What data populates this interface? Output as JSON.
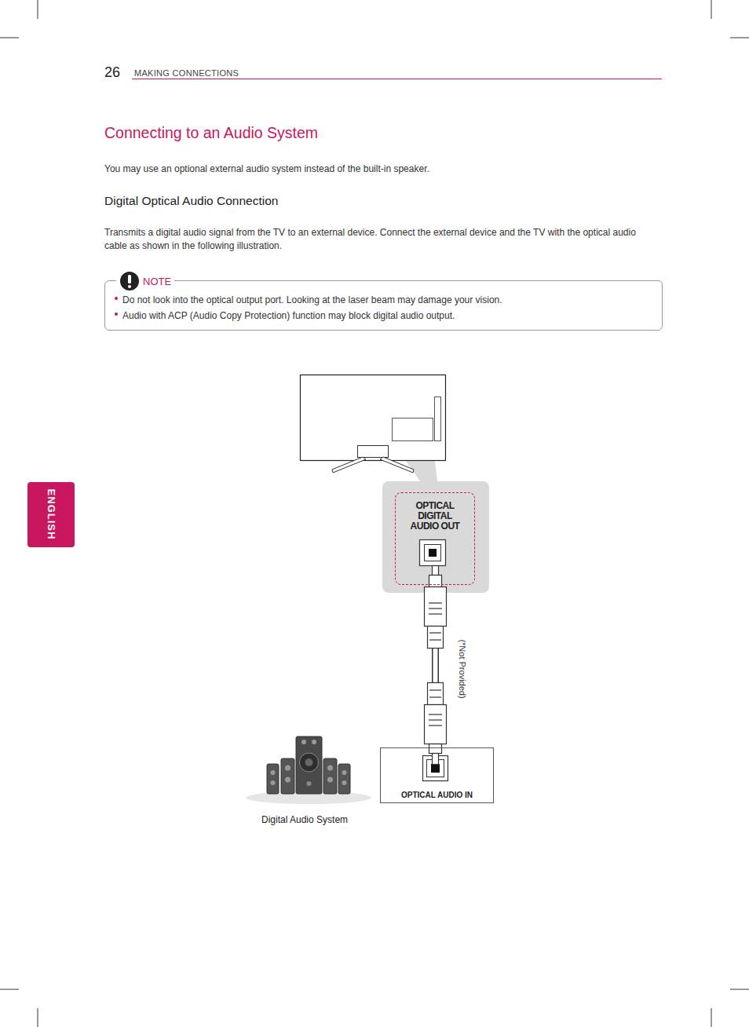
{
  "diagram": {
    "title": "Connecting to an Audio System",
    "nodes": [
      {
        "text": [
          "NOTE",
          "Do not look into the optical output port. Looking at the laser beam may damage your vision.",
          "Audio with ACP (Audio Copy Protection) function may block digital audio output."
        ]
      },
      {
        "text": [
          "OPTICAL DIGITAL AUDIO OUT"
        ]
      },
      {
        "text": [
          "OPTICAL AUDIO IN"
        ]
      }
    ],
    "edges": [
      {
        "from": 1,
        "to": 2,
        "arrow": "none",
        "label": "(*Not Provided)"
      }
    ],
    "labels": [
      "26",
      "MAKING CONNECTIONS",
      "ENGLISH",
      "You may use an optional external audio system instead of the built-in speaker.",
      "Digital Optical Audio Connection",
      "Transmits a digital audio signal from the TV to an external device. Connect the external device and the TV with the optical audio cable as shown in the following illustration.",
      "Digital Audio System"
    ]
  }
}
